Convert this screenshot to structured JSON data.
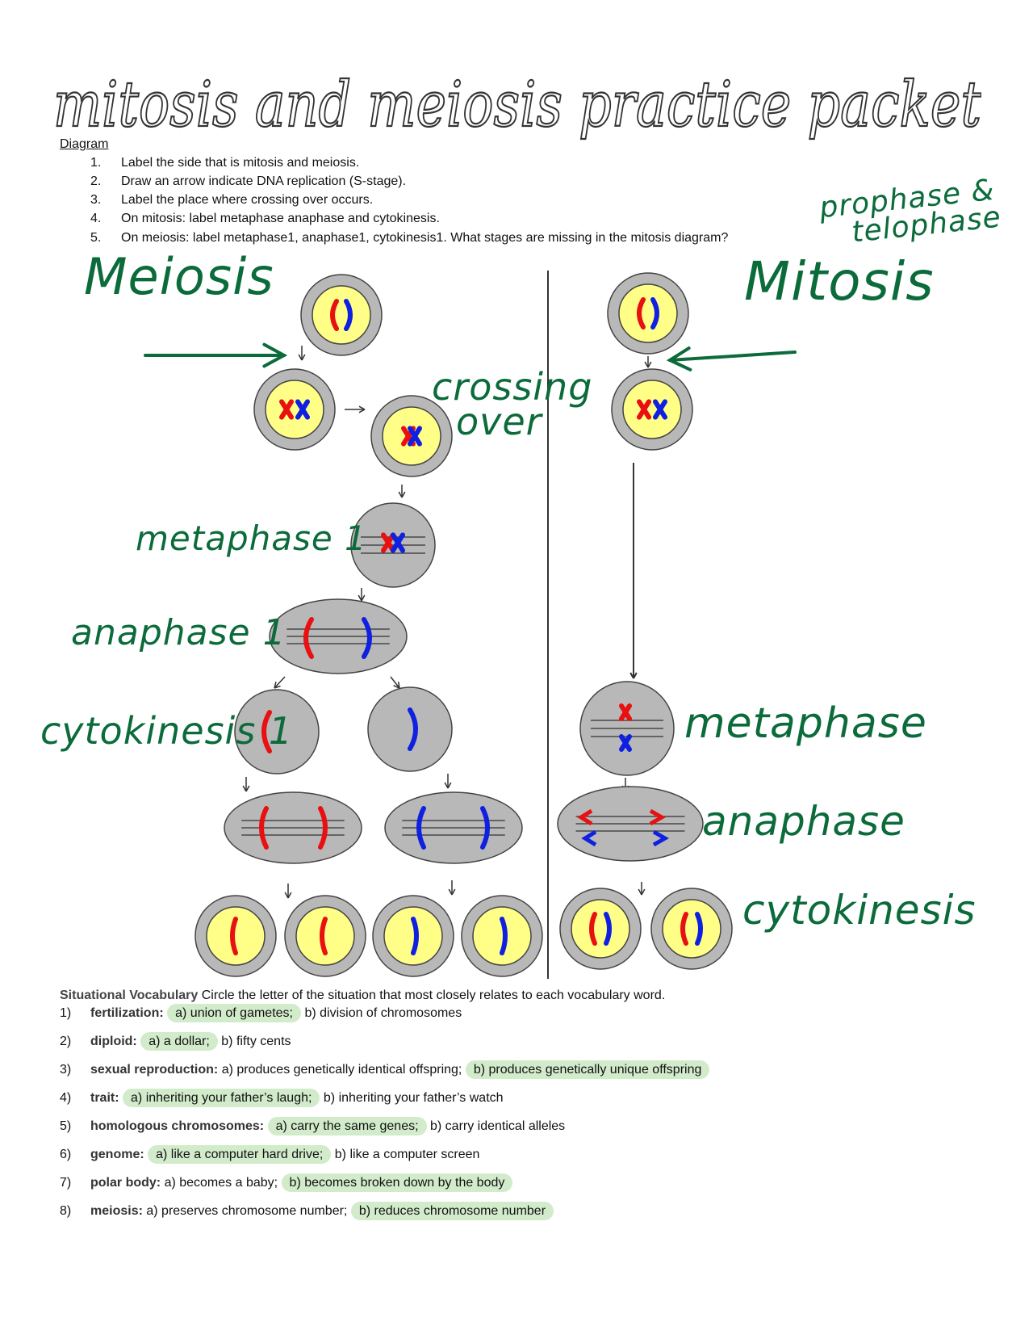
{
  "title": "mitosis and meiosis practice packet",
  "diagram_label": "Diagram",
  "instructions": [
    {
      "num": "1.",
      "text": "Label the side that is mitosis and meiosis."
    },
    {
      "num": "2.",
      "text": "Draw an arrow indicate DNA replication (S-stage)."
    },
    {
      "num": "3.",
      "text": "Label the place where crossing over occurs."
    },
    {
      "num": "4.",
      "text": "On mitosis: label metaphase anaphase and cytokinesis."
    },
    {
      "num": "5.",
      "text": "On meiosis: label metaphase1, anaphase1, cytokinesis1.  What stages are missing in the mitosis diagram?"
    }
  ],
  "handwriting": {
    "prophase_telophase_1": "prophase &",
    "prophase_telophase_2": "telophase",
    "meiosis": "Meiosis",
    "mitosis": "Mitosis",
    "crossing": "crossing",
    "over": "over",
    "metaphase1": "metaphase 1",
    "anaphase1": "anaphase 1",
    "cytokinesis1": "cytokinesis 1",
    "metaphase": "metaphase",
    "anaphase": "anaphase",
    "cytokinesis": "cytokinesis"
  },
  "colors": {
    "ink": "#0b6b3a",
    "highlight": "#d2ebcb",
    "cell_outer": "#b8b8b8",
    "cell_inner": "#ffff88",
    "red_chromosome": "#e81010",
    "blue_chromosome": "#1020e0"
  },
  "vocab": {
    "heading_bold": "Situational Vocabulary",
    "heading_rest": " Circle the letter of the situation that most closely relates to each vocabulary word.",
    "items": [
      {
        "num": "1)",
        "term": "fertilization:",
        "a": "a) union of gametes;",
        "b": "b) division of chromosomes",
        "hl": "a"
      },
      {
        "num": "2)",
        "term": "diploid:",
        "a": "a) a dollar;",
        "b": "b) fifty cents",
        "hl": "a"
      },
      {
        "num": "3)",
        "term": "sexual reproduction:",
        "a": "a) produces genetically identical offspring;",
        "b": "b) produces genetically unique offspring",
        "hl": "b"
      },
      {
        "num": "4)",
        "term": "trait:",
        "a": "a) inheriting your father’s laugh;",
        "b": "b) inheriting your father’s watch",
        "hl": "a"
      },
      {
        "num": "5)",
        "term": "homologous chromosomes:",
        "a": "a) carry the same genes;",
        "b": "b) carry identical alleles",
        "hl": "a"
      },
      {
        "num": "6)",
        "term": "genome:",
        "a": "a) like a computer hard drive;",
        "b": "b) like a computer screen",
        "hl": "a"
      },
      {
        "num": "7)",
        "term": "polar body:",
        "a": "a) becomes a baby;",
        "b": "b) becomes broken down by the body",
        "hl": "b"
      },
      {
        "num": "8)",
        "term": "meiosis:",
        "a": "a) preserves chromosome number;",
        "b": "b) reduces chromosome number",
        "hl": "b"
      }
    ]
  }
}
